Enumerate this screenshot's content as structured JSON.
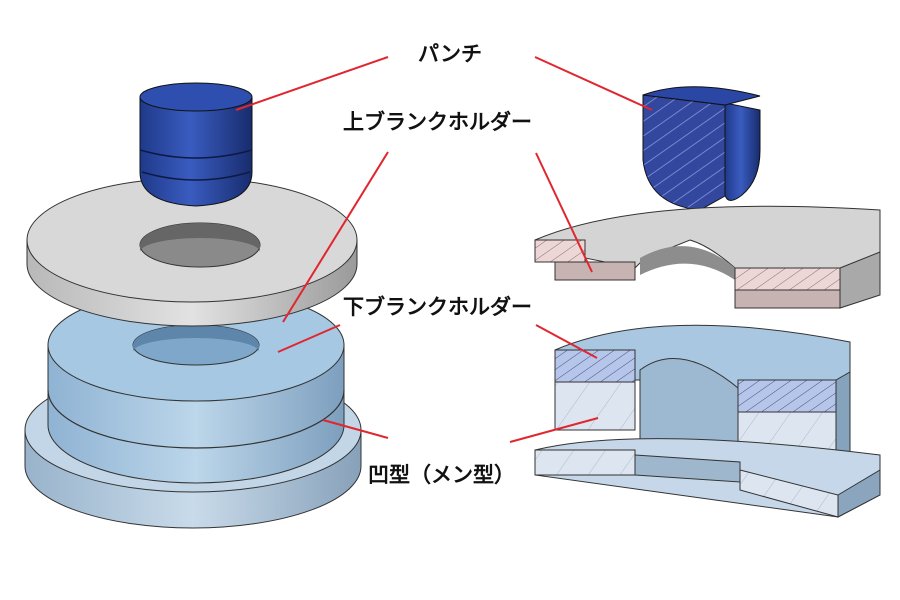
{
  "labels": {
    "punch": "パンチ",
    "upper_holder": "上ブランクホルダー",
    "lower_holder": "下ブランクホルダー",
    "die": "凹型（メン型）"
  },
  "colors": {
    "punch": "#2a4a9e",
    "punch_dark": "#1a2f70",
    "holder": "#d2d2d2",
    "holder_dark": "#a9a9a9",
    "lower_holder": "#a9c9e2",
    "lower_holder_dark": "#7fa3c2",
    "die": "#b9cfe2",
    "die_dark": "#8fa9c0",
    "section_pink": "#e9d2d2",
    "section_blue": "#b9c9ea",
    "leader_line": "#e0262e"
  }
}
